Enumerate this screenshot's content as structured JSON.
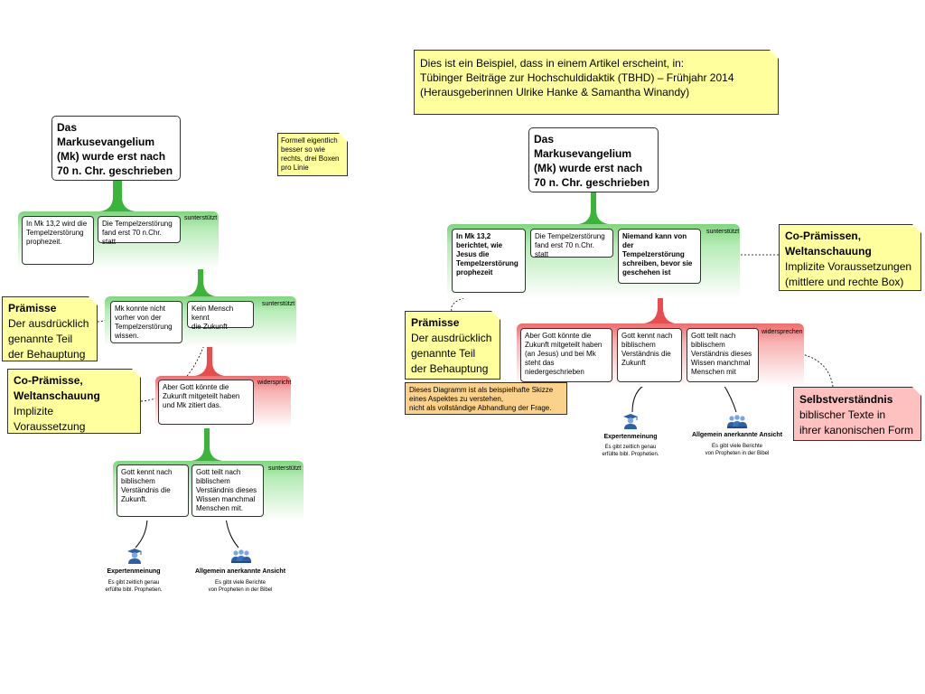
{
  "left": {
    "main_claim": [
      "Das Markusevangelium",
      "(Mk) wurde erst nach",
      "70 n. Chr. geschrieben"
    ],
    "group1": {
      "label": "sunterstützt",
      "boxes": [
        [
          "In Mk 13,2 wird die",
          "Tempelzerstörung",
          "prophezeit."
        ],
        [
          "Die Tempelzerstörung",
          "fand erst 70 n.Chr. statt"
        ]
      ]
    },
    "group2": {
      "label": "sunterstützt",
      "boxes": [
        [
          "Mk konnte nicht",
          "vorher von der",
          "Tempelzerstörung",
          "wissen."
        ],
        [
          "Kein Mensch kennt",
          "die Zukunft"
        ]
      ]
    },
    "group3": {
      "label": "widerspricht",
      "boxes": [
        [
          "Aber Gott könnte  die",
          "Zukunft mitgeteilt haben",
          "und Mk zitiert das."
        ]
      ]
    },
    "group4": {
      "label": "sunterstützt",
      "boxes": [
        [
          "Gott kennt nach",
          "biblischem",
          "Verständnis die",
          "Zukunft."
        ],
        [
          "Gott teilt nach",
          "biblischem",
          "Verständnis dieses",
          "Wissen manchmal",
          "Menschen mit."
        ]
      ]
    },
    "source1": {
      "icon": "expert-icon",
      "title": "Expertenmeinung",
      "desc": [
        "Es gibt zeitlich genau",
        "erfüllte bibl. Prophetien."
      ]
    },
    "source2": {
      "icon": "group-icon",
      "title": "Allgemein anerkannte Ansicht",
      "desc": [
        "Es gibt viele Berichte",
        "von Propheten in der Bibel"
      ]
    },
    "note_formell": [
      "Formell eigentlich",
      "besser so wie",
      "rechts, drei Boxen",
      "pro Linie"
    ],
    "note_praemisse": {
      "title": "Prämisse",
      "lines": [
        "Der ausdrücklich",
        "genannte Teil",
        "der Behauptung"
      ]
    },
    "note_copraemisse": {
      "title": [
        "Co-Prämisse,",
        "Weltanschauung"
      ],
      "lines": [
        "Implizite",
        "Voraussetzung"
      ]
    }
  },
  "right": {
    "header_note": [
      "Dies ist ein Beispiel, dass in einem Artikel erscheint, in:",
      "Tübinger Beiträge zur Hochschuldidaktik (TBHD) – Frühjahr 2014",
      "(Herausgeberinnen Ulrike Hanke & Samantha Winandy)"
    ],
    "main_claim": [
      "Das Markusevangelium",
      "(Mk) wurde erst nach",
      "70 n. Chr. geschrieben"
    ],
    "group1": {
      "label": "sunterstützt",
      "boxes": [
        [
          "In Mk 13,2",
          "berichtet, wie",
          "Jesus die",
          "Tempelzerstörung",
          "prophezeit"
        ],
        [
          "Die Tempelzerstörung",
          "fand erst 70 n.Chr. statt"
        ],
        [
          "Niemand kann von",
          "der Tempelzerstörung",
          "schreiben, bevor sie",
          "geschehen ist"
        ]
      ]
    },
    "group2": {
      "label": "widersprechen",
      "boxes": [
        [
          "Aber Gott könnte  die",
          "Zukunft mitgeteilt haben",
          "(an Jesus) und bei Mk",
          "steht das",
          "niedergeschrieben"
        ],
        [
          "Gott kennt nach",
          "biblischem",
          "Verständnis die",
          "Zukunft"
        ],
        [
          "Gott teilt nach",
          "biblischem",
          "Verständnis dieses",
          "Wissen manchmal",
          "Menschen mit"
        ]
      ]
    },
    "source1": {
      "icon": "expert-icon",
      "title": "Expertenmeinung",
      "desc": [
        "Es gibt zeitlich genau",
        "erfüllte bibl. Prophetien."
      ]
    },
    "source2": {
      "icon": "group-icon",
      "title": "Allgemein anerkannte Ansicht",
      "desc": [
        "Es gibt viele Berichte",
        "von Propheten in der Bibel"
      ]
    },
    "note_copraemissen": {
      "title": [
        "Co-Prämissen,",
        "Weltanschauung"
      ],
      "lines": [
        "Implizite Voraussetzungen",
        "(mittlere und rechte Box)"
      ]
    },
    "note_praemisse": {
      "title": "Prämisse",
      "lines": [
        "Der ausdrücklich",
        "genannte Teil",
        "der Behauptung"
      ]
    },
    "note_skizze": [
      "Dieses Diagramm ist als beispielhafte Skizze",
      "eines Aspektes zu verstehen,",
      "nicht als vollständige Abhandlung der Frage."
    ],
    "note_selbst": {
      "title": "Selbstverständnis",
      "lines": [
        "biblischer Texte in",
        "ihrer kanonischen Form"
      ]
    }
  },
  "colors": {
    "support": "#3cb43c",
    "oppose": "#e84d4d",
    "note_yellow": "#ffff9e",
    "note_orange": "#fbd28c",
    "note_pink": "#ffc0c0"
  }
}
